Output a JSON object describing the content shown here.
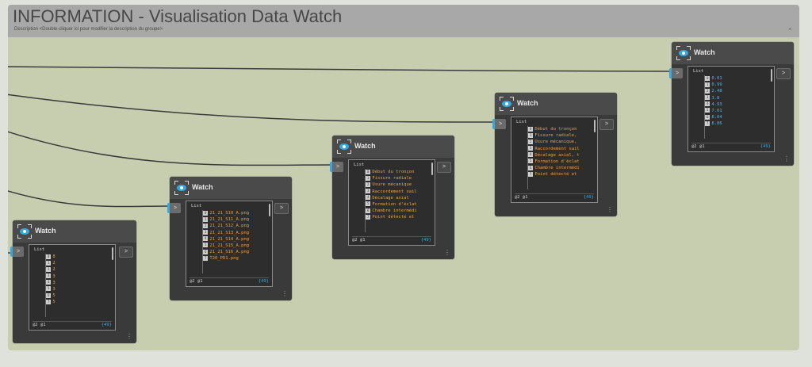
{
  "group": {
    "title": "INFORMATION - Visualisation Data Watch",
    "description": "Description <Double-cliquer ici pour modifier la description du groupe>",
    "collapse_icon": "chevron-up-icon",
    "color": "#c7ceb0"
  },
  "nodes": [
    {
      "title": "Watch",
      "list_label": "List",
      "port_in": ">",
      "port_out": ">",
      "levels": "@2 @1",
      "count": "{49}",
      "items": [
        {
          "idx": "0",
          "val": "8"
        },
        {
          "idx": "1",
          "val": "2"
        },
        {
          "idx": "2",
          "val": "2"
        },
        {
          "idx": "3",
          "val": "3"
        },
        {
          "idx": "4",
          "val": "3"
        },
        {
          "idx": "5",
          "val": "3"
        },
        {
          "idx": "6",
          "val": "5"
        },
        {
          "idx": "7",
          "val": "5"
        }
      ]
    },
    {
      "title": "Watch",
      "list_label": "List",
      "port_in": ">",
      "port_out": ">",
      "levels": "@2 @1",
      "count": "{49}",
      "items": [
        {
          "idx": "0",
          "val": "21_21_S10_A.png"
        },
        {
          "idx": "1",
          "val": "21_21_S11_A.png"
        },
        {
          "idx": "2",
          "val": "21_21_S12_A.png"
        },
        {
          "idx": "3",
          "val": "21_21_S13_A.png"
        },
        {
          "idx": "4",
          "val": "21_21_S14_A.png"
        },
        {
          "idx": "5",
          "val": "21_21_S15_A.png"
        },
        {
          "idx": "6",
          "val": "21_21_S16_A.png"
        },
        {
          "idx": "7",
          "val": "T20_PD1.png"
        }
      ]
    },
    {
      "title": "Watch",
      "list_label": "List",
      "port_in": ">",
      "port_out": ">",
      "levels": "@2 @1",
      "count": "{49}",
      "items": [
        {
          "idx": "0",
          "val": "Début du tronçon"
        },
        {
          "idx": "1",
          "val": "Fissure radiale"
        },
        {
          "idx": "2",
          "val": "Usure mécanique"
        },
        {
          "idx": "3",
          "val": "Raccordement sail"
        },
        {
          "idx": "4",
          "val": "Décalage axial"
        },
        {
          "idx": "5",
          "val": "Formation d'éclat"
        },
        {
          "idx": "6",
          "val": "Chambre intermédi"
        },
        {
          "idx": "7",
          "val": "Point détecté et"
        }
      ]
    },
    {
      "title": "Watch",
      "list_label": "List",
      "port_in": ">",
      "port_out": ">",
      "levels": "@2 @1",
      "count": "{49}",
      "items": [
        {
          "idx": "0",
          "val": "Début du tronçon"
        },
        {
          "idx": "1",
          "val": "Fissure radiale,"
        },
        {
          "idx": "2",
          "val": "Usure mécanique,"
        },
        {
          "idx": "3",
          "val": "Raccordement sail"
        },
        {
          "idx": "4",
          "val": "Décalage axial, t"
        },
        {
          "idx": "5",
          "val": "Formation d'éclat"
        },
        {
          "idx": "6",
          "val": "Chambre intermédi"
        },
        {
          "idx": "7",
          "val": "Point détecté et"
        }
      ]
    },
    {
      "title": "Watch",
      "list_label": "List",
      "port_in": ">",
      "port_out": ">",
      "levels": "@2 @1",
      "count": "{49}",
      "items": [
        {
          "idx": "0",
          "val": "0.01"
        },
        {
          "idx": "1",
          "val": "0.99"
        },
        {
          "idx": "2",
          "val": "2.48"
        },
        {
          "idx": "3",
          "val": "3.8"
        },
        {
          "idx": "4",
          "val": "4.93"
        },
        {
          "idx": "5",
          "val": "7.01"
        },
        {
          "idx": "6",
          "val": "8.04"
        },
        {
          "idx": "7",
          "val": "8.86"
        }
      ]
    }
  ]
}
